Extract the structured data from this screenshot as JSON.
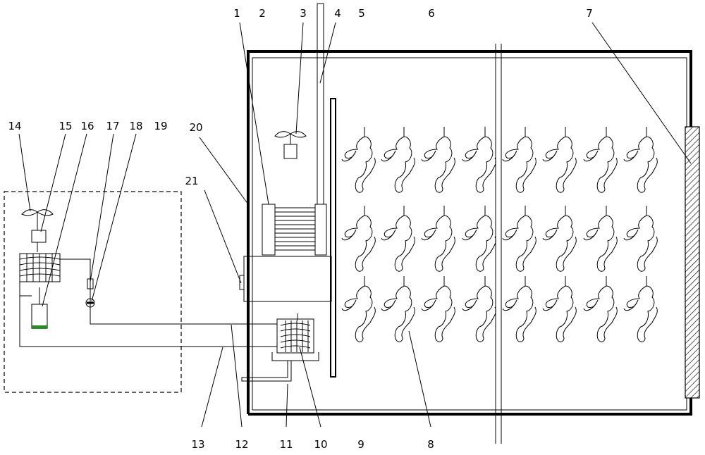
{
  "labels": {
    "l1": "1",
    "l2": "2",
    "l3": "3",
    "l4": "4",
    "l5": "5",
    "l6": "6",
    "l7": "7",
    "l8": "8",
    "l9": "9",
    "l10": "10",
    "l11": "11",
    "l12": "12",
    "l13": "13",
    "l14": "14",
    "l15": "15",
    "l16": "16",
    "l17": "17",
    "l18": "18",
    "l19": "19",
    "l20": "20",
    "l21": "21"
  },
  "colors": {
    "line": "#000000",
    "accent": "#2a8a2a"
  },
  "icons": [
    "fan-icon",
    "carcass-icon",
    "coil-icon",
    "valve-icon"
  ],
  "carcass_grid": {
    "rows": 3,
    "columns": 8
  }
}
